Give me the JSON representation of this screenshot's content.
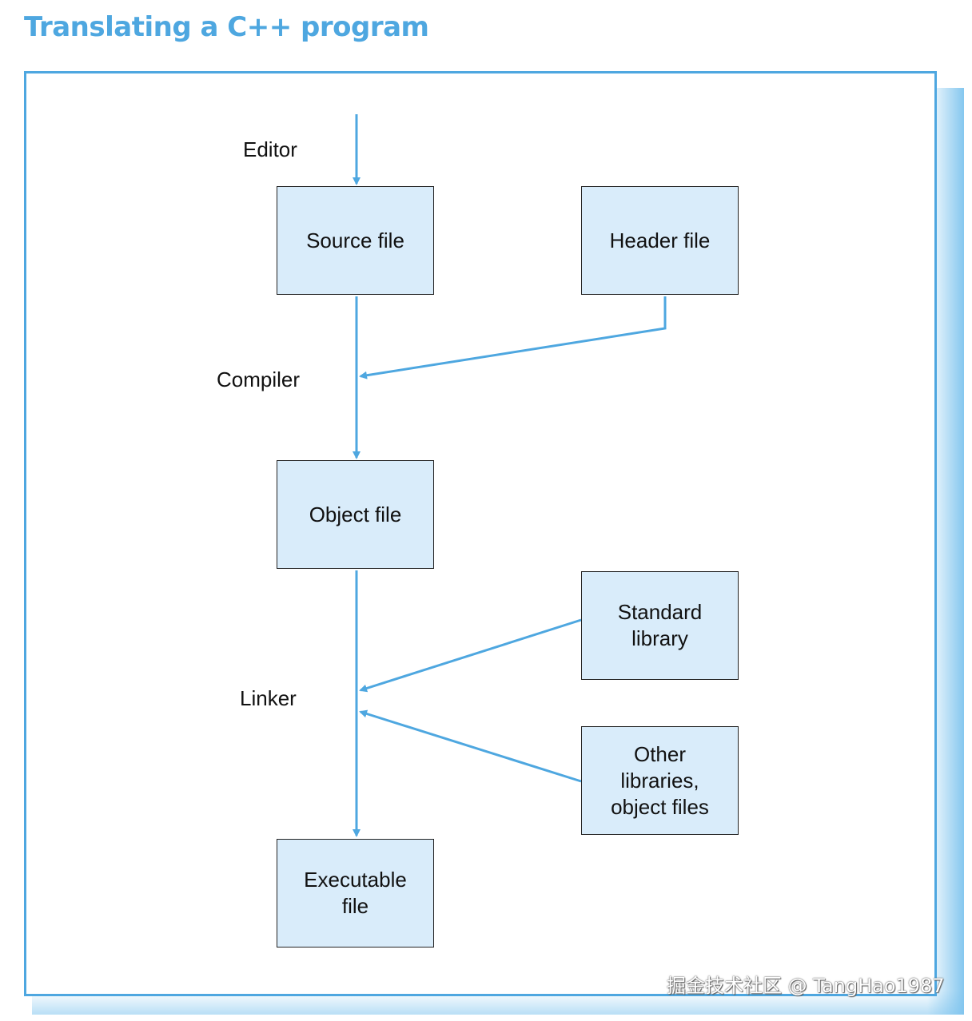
{
  "title": "Translating a C++ program",
  "colors": {
    "accent": "#4ea7e0",
    "box_fill": "#d9ecfa",
    "box_border": "#222222",
    "arrow": "#4ea7e0"
  },
  "nodes": {
    "source_file": "Source file",
    "header_file": "Header file",
    "object_file": "Object file",
    "standard_library": [
      "Standard",
      "library"
    ],
    "other_libraries": [
      "Other",
      "libraries,",
      "object files"
    ],
    "executable_file": [
      "Executable",
      "file"
    ]
  },
  "steps": {
    "editor": "Editor",
    "compiler": "Compiler",
    "linker": "Linker"
  },
  "watermark": "掘金技术社区 @ TangHao1987"
}
